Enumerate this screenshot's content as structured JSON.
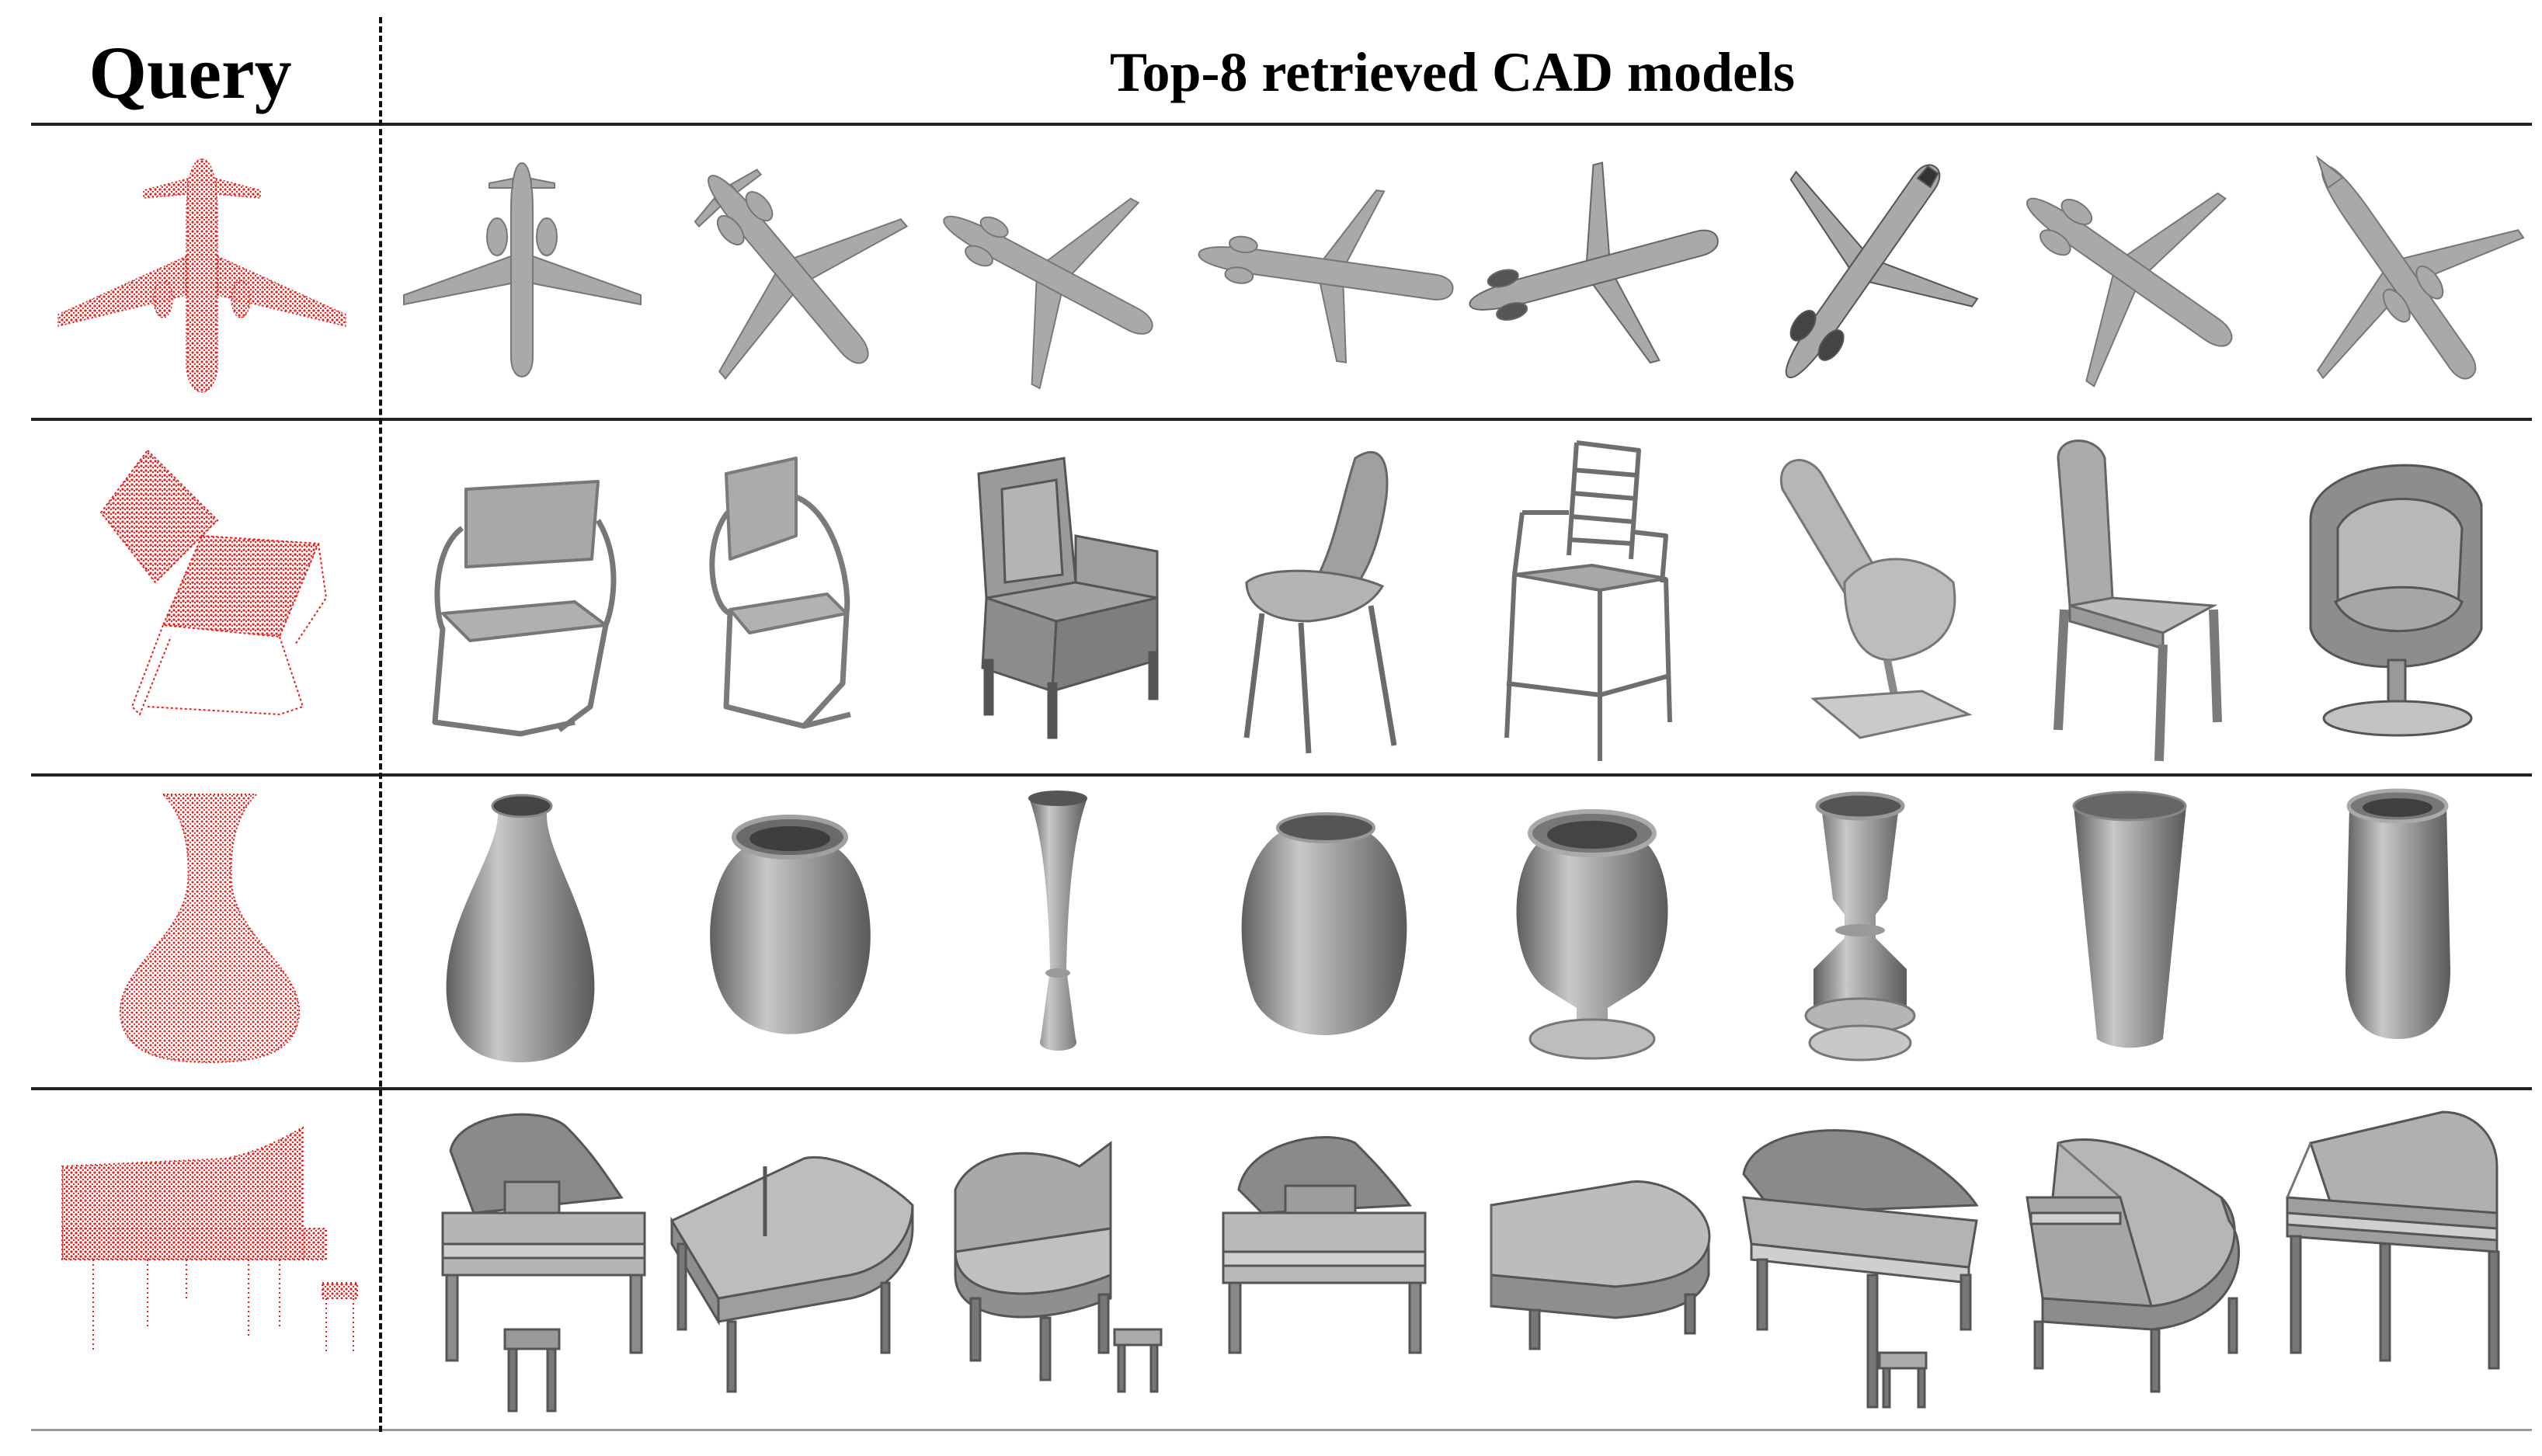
{
  "header": {
    "query_label": "Query",
    "retrieved_label": "Top-8 retrieved CAD models"
  },
  "colors": {
    "query_points": "#e8201c",
    "cad_gray": "#a8a8a8",
    "rule": "#222222"
  },
  "rows": [
    {
      "category_icon": "airplane-icon",
      "query_icon": "airplane-point-cloud-icon",
      "results": 8
    },
    {
      "category_icon": "chair-icon",
      "query_icon": "chair-point-cloud-icon",
      "results": 8
    },
    {
      "category_icon": "vase-icon",
      "query_icon": "vase-point-cloud-icon",
      "results": 8
    },
    {
      "category_icon": "piano-icon",
      "query_icon": "piano-point-cloud-icon",
      "results": 8
    }
  ]
}
